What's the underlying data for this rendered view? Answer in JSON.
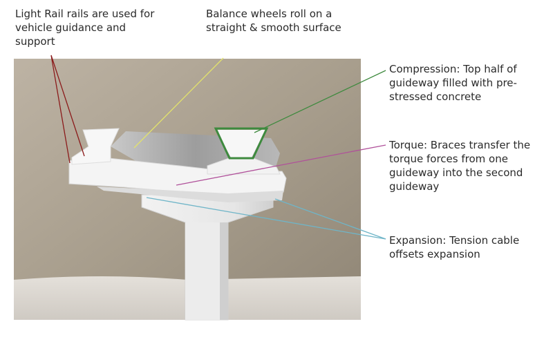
{
  "annotations": {
    "rails": "Light Rail rails are used for vehicle guidance and support",
    "balance": "Balance wheels roll on a straight & smooth surface",
    "compression": "Compression: Top half of guideway filled with pre-stressed concrete",
    "torque": "Torque: Braces transfer the torque forces from one guideway into the second guideway",
    "expansion": "Expansion: Tension cable offsets expansion"
  },
  "leader_colors": {
    "rails": "#8b1a1a",
    "balance": "#e3e36b",
    "compression": "#3e8a3e",
    "torque": "#b0509a",
    "expansion": "#6fb5c8"
  }
}
